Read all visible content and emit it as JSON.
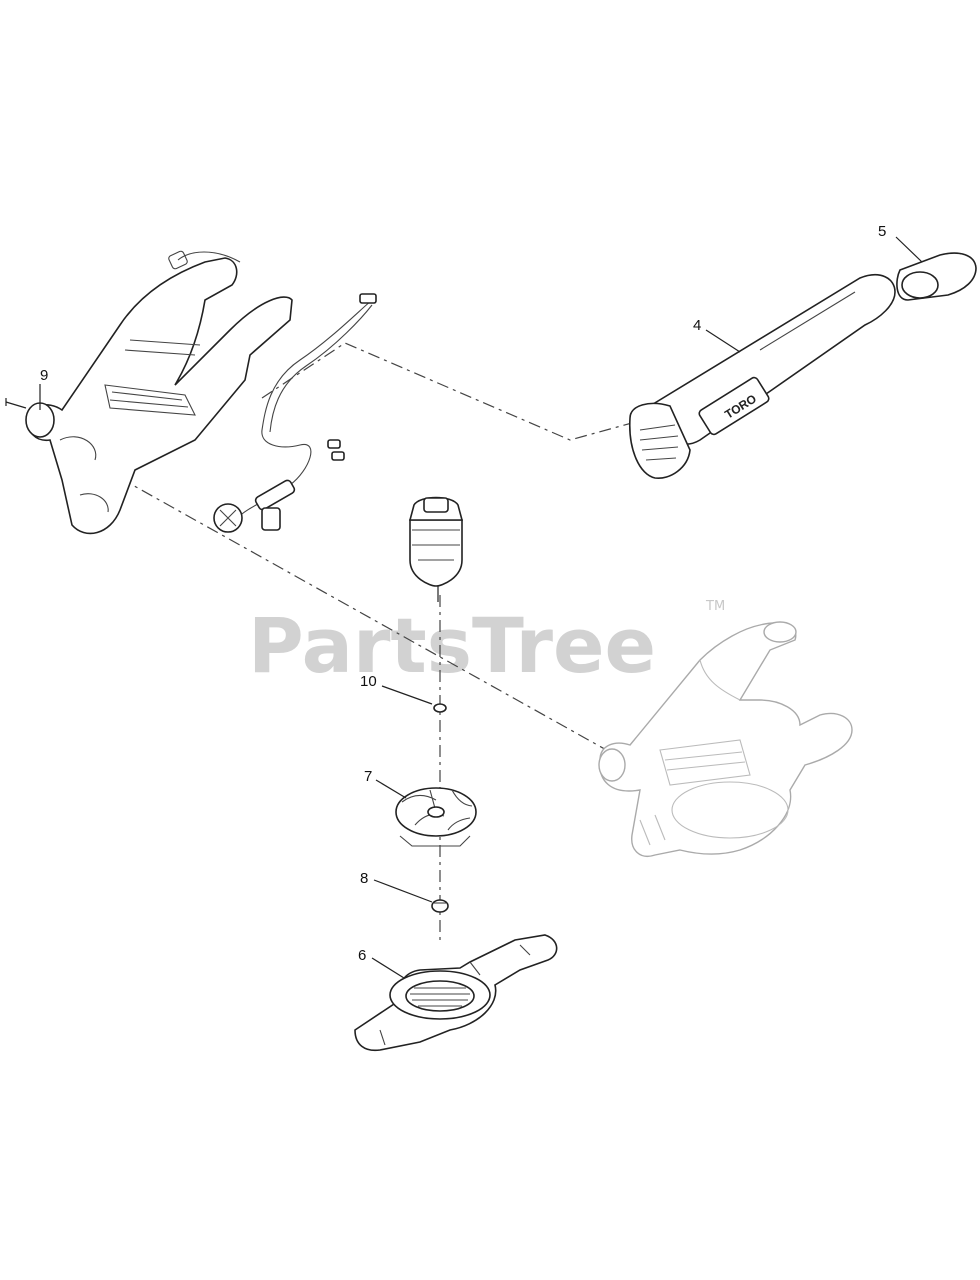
{
  "watermark": {
    "text": "PartsTree",
    "tm": "TM"
  },
  "callouts": [
    {
      "id": "4",
      "label": "4"
    },
    {
      "id": "5",
      "label": "5"
    },
    {
      "id": "6",
      "label": "6"
    },
    {
      "id": "7",
      "label": "7"
    },
    {
      "id": "8",
      "label": "8"
    },
    {
      "id": "9",
      "label": "9"
    },
    {
      "id": "10",
      "label": "10"
    }
  ],
  "nozzle_logo": "TORO"
}
